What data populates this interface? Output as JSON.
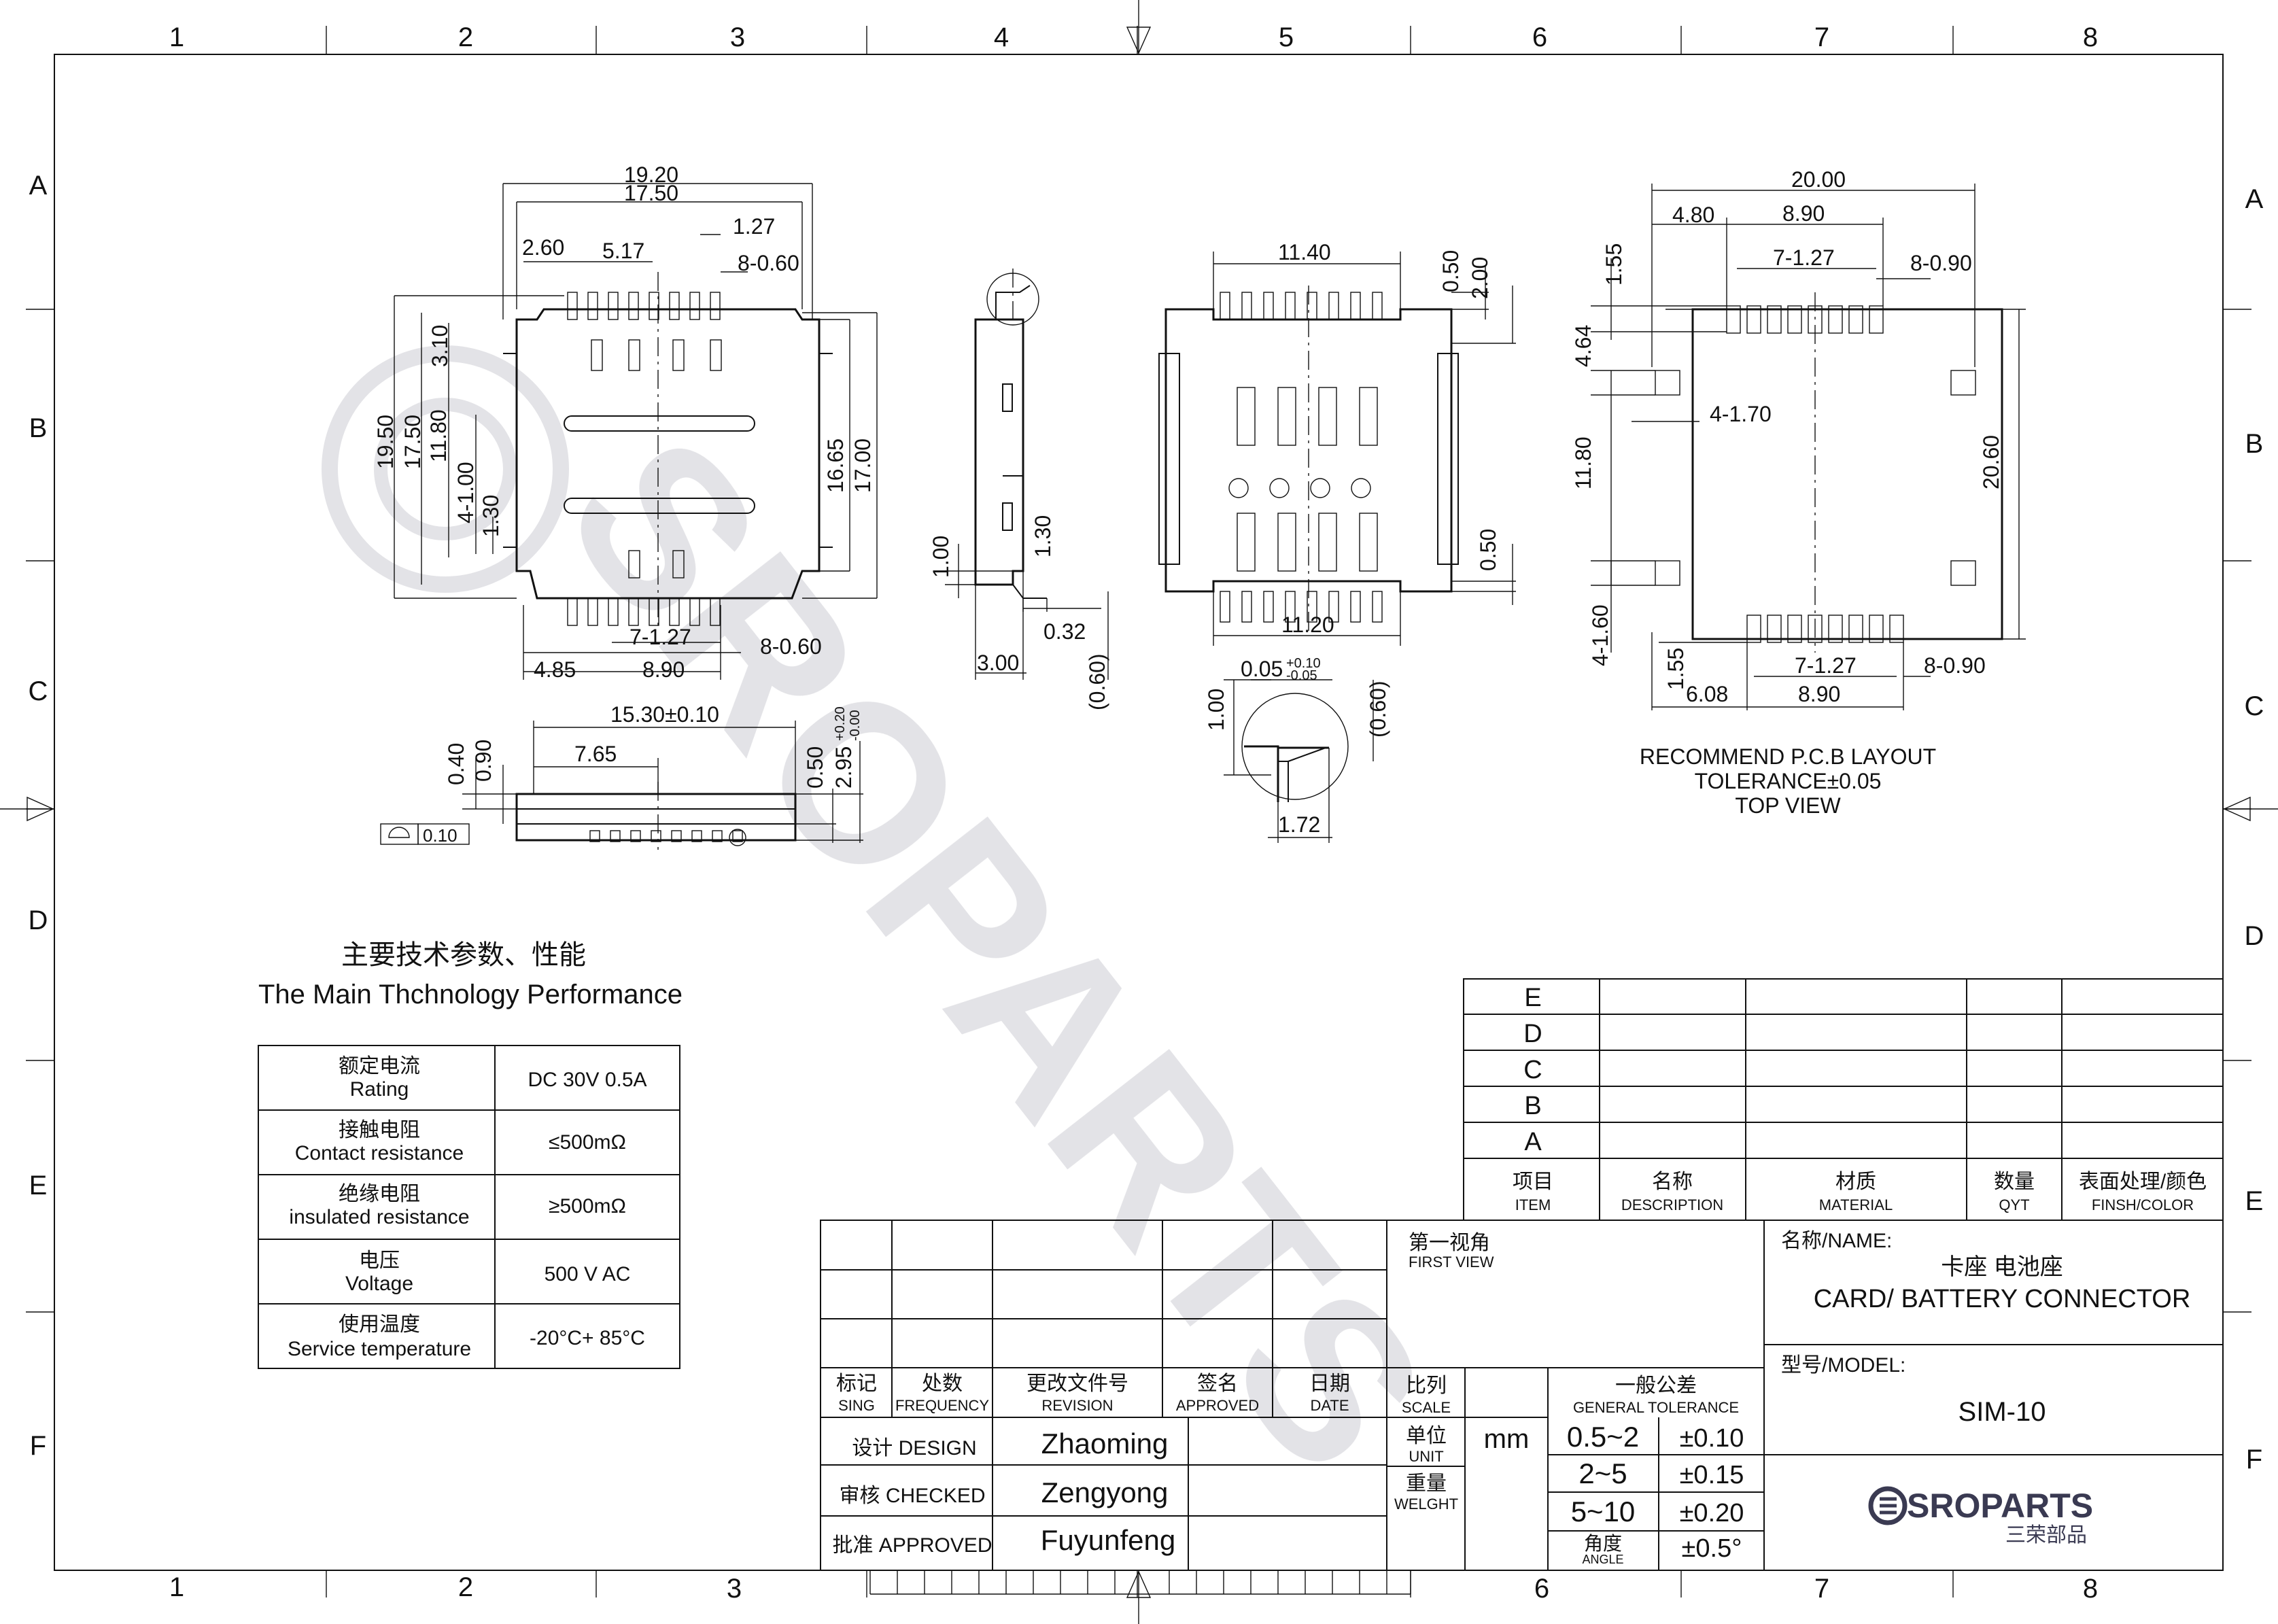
{
  "frame": {
    "cols": [
      "1",
      "2",
      "3",
      "4",
      "5",
      "6",
      "7",
      "8"
    ],
    "rows": [
      "A",
      "B",
      "C",
      "D",
      "E",
      "F"
    ]
  },
  "watermark": "SROPARTS",
  "top_view": {
    "d_19_20": "19.20",
    "d_17_50": "17.50",
    "d_2_60": "2.60",
    "d_5_17": "5.17",
    "d_1_27": "1.27",
    "d_8_060": "8-0.60",
    "d_3_10": "3.10",
    "d_19_50": "19.50",
    "d_17_50v": "17.50",
    "d_11_80": "11.80",
    "d_4_100": "4-1.00",
    "d_1_30": "1.30",
    "d_16_65": "16.65",
    "d_17_00": "17.00",
    "d_7_127": "7-1.27",
    "d_8_060b": "8-0.60",
    "d_4_85": "4.85",
    "d_8_90": "8.90"
  },
  "side_view": {
    "d_1_00": "1.00",
    "d_1_30": "1.30",
    "d_0_32": "0.32",
    "d_3_00": "3.00",
    "d_0_60": "(0.60)"
  },
  "bottom_view": {
    "d_11_40": "11.40",
    "d_0_50": "0.50",
    "d_2_00": "2.00",
    "d_0_50b": "0.50",
    "d_11_20": "11.20"
  },
  "detail": {
    "d_0_05": "0.05",
    "tol_plus": "+0.10",
    "tol_minus": "-0.05",
    "d_1_00": "1.00",
    "d_0_60": "(0.60)",
    "d_1_72": "1.72"
  },
  "front_view": {
    "d_15_30": "15.30±0.10",
    "d_7_65": "7.65",
    "d_0_40": "0.40",
    "d_0_90": "0.90",
    "d_0_50": "0.50",
    "d_2_95": "2.95",
    "tol_plus": "+0.20",
    "tol_minus": "-0.00",
    "flatness": "0.10"
  },
  "pcb_layout": {
    "d_20_00": "20.00",
    "d_4_80": "4.80",
    "d_8_90": "8.90",
    "d_7_127": "7-1.27",
    "d_8_090": "8-0.90",
    "d_1_55": "1.55",
    "d_4_64": "4.64",
    "d_4_170": "4-1.70",
    "d_11_80": "11.80",
    "d_20_60": "20.60",
    "d_4_160": "4-1.60",
    "d_1_55b": "1.55",
    "d_6_08": "6.08",
    "d_8_90b": "8.90",
    "d_7_127b": "7-1.27",
    "d_8_090b": "8-0.90",
    "caption1": "RECOMMEND P.C.B LAYOUT",
    "caption2": "TOLERANCE±0.05",
    "caption3": "TOP VIEW"
  },
  "spec": {
    "title_cn": "主要技术参数、性能",
    "title_en": "The Main Thchnology Performance",
    "rows": [
      {
        "cn": "额定电流",
        "en": "Rating",
        "value": "DC 30V 0.5A"
      },
      {
        "cn": "接触电阻",
        "en": "Contact resistance",
        "value": "≤500mΩ"
      },
      {
        "cn": "绝缘电阻",
        "en": "insulated resistance",
        "value": "≥500mΩ"
      },
      {
        "cn": "电压",
        "en": "Voltage",
        "value": "500 V AC"
      },
      {
        "cn": "使用温度",
        "en": "Service temperature",
        "value": "-20°C+ 85°C"
      }
    ]
  },
  "bom": {
    "letters": [
      "E",
      "D",
      "C",
      "B",
      "A"
    ],
    "headers": [
      {
        "cn": "项目",
        "en": "ITEM"
      },
      {
        "cn": "名称",
        "en": "DESCRIPTION"
      },
      {
        "cn": "材质",
        "en": "MATERIAL"
      },
      {
        "cn": "数量",
        "en": "QYT"
      },
      {
        "cn": "表面处理/颜色",
        "en": "FINSH/COLOR"
      }
    ]
  },
  "title_block": {
    "revision_headers": [
      {
        "cn": "标记",
        "en": "SING"
      },
      {
        "cn": "处数",
        "en": "FREQUENCY"
      },
      {
        "cn": "更改文件号",
        "en": "REVISION"
      },
      {
        "cn": "签名",
        "en": "APPROVED"
      },
      {
        "cn": "日期",
        "en": "DATE"
      }
    ],
    "design_label": "设计 DESIGN",
    "design_name": "Zhaoming",
    "checked_label": "审核 CHECKED",
    "checked_name": "Zengyong",
    "approved_label": "批准 APPROVED",
    "approved_name": "Fuyunfeng",
    "first_view_cn": "第一视角",
    "first_view_en": "FIRST VIEW",
    "scale_cn": "比列",
    "scale_en": "SCALE",
    "unit_cn": "单位",
    "unit_en": "UNIT",
    "unit_value": "mm",
    "weight_cn": "重量",
    "weight_en": "WELGHT",
    "tol_cn": "一般公差",
    "tol_en": "GENERAL TOLERANCE",
    "tol_rows": [
      {
        "range": "0.5~2",
        "tol": "±0.10"
      },
      {
        "range": "2~5",
        "tol": "±0.15"
      },
      {
        "range": "5~10",
        "tol": "±0.20"
      }
    ],
    "angle_cn": "角度",
    "angle_en": "ANGLE",
    "angle_tol": "±0.5°",
    "name_label": "名称/NAME:",
    "name_cn": "卡座 电池座",
    "name_en": "CARD/ BATTERY CONNECTOR",
    "model_label": "型号/MODEL:",
    "model": "SIM-10",
    "logo_text": "SROPARTS",
    "logo_cn": "三荣部品"
  }
}
